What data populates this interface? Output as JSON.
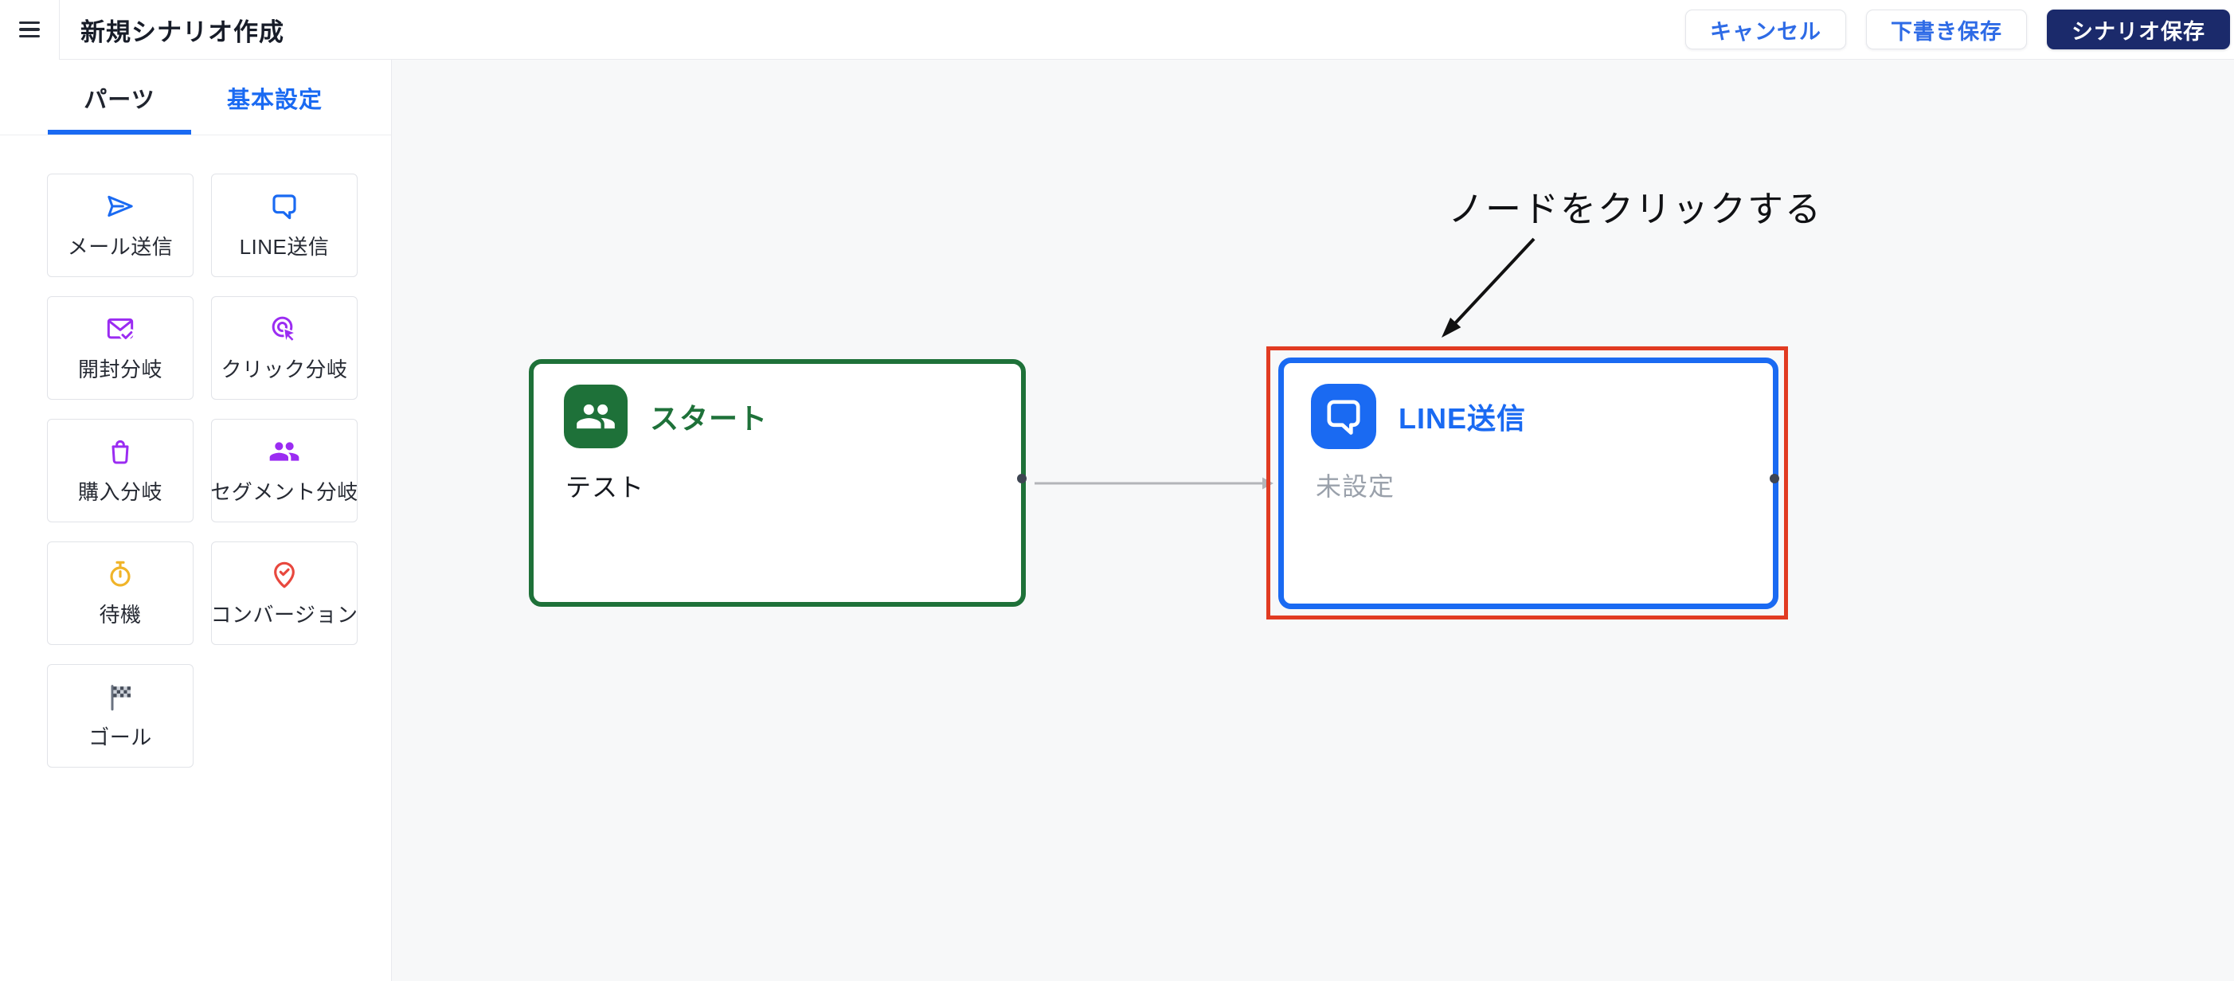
{
  "header": {
    "title": "新規シナリオ作成",
    "cancel_label": "キャンセル",
    "draft_label": "下書き保存",
    "save_label": "シナリオ保存",
    "save_button_color": "#1b2a6b",
    "button_text_color": "#2e6be6"
  },
  "sidebar": {
    "tabs": [
      {
        "label": "パーツ",
        "active": true
      },
      {
        "label": "基本設定",
        "active": false
      }
    ],
    "active_tab_underline_color": "#1a6af2",
    "parts": [
      {
        "label": "メール送信",
        "icon": "send-icon",
        "color": "#1a6af2"
      },
      {
        "label": "LINE送信",
        "icon": "chat-icon",
        "color": "#1a6af2"
      },
      {
        "label": "開封分岐",
        "icon": "mail-check-icon",
        "color": "#9b2cf2"
      },
      {
        "label": "クリック分岐",
        "icon": "click-icon",
        "color": "#9b2cf2"
      },
      {
        "label": "購入分岐",
        "icon": "shopping-bag-icon",
        "color": "#9b2cf2"
      },
      {
        "label": "セグメント分岐",
        "icon": "group-icon",
        "color": "#9b2cf2"
      },
      {
        "label": "待機",
        "icon": "timer-icon",
        "color": "#f0b429"
      },
      {
        "label": "コンバージョン",
        "icon": "pin-check-icon",
        "color": "#e8483e"
      },
      {
        "label": "ゴール",
        "icon": "checkered-flag-icon",
        "color": "#3e4552"
      }
    ]
  },
  "canvas": {
    "nodes": {
      "start": {
        "type_label": "スタート",
        "name": "テスト",
        "accent_color": "#1e7139"
      },
      "line_send": {
        "type_label": "LINE送信",
        "status": "未設定",
        "accent_color": "#1a6af2",
        "selection_color": "#e13b22"
      }
    },
    "connector": {
      "color": "#b3b5b9",
      "port_color": "#3e4552"
    },
    "annotation": {
      "text": "ノードをクリックする",
      "color": "#101114"
    }
  }
}
